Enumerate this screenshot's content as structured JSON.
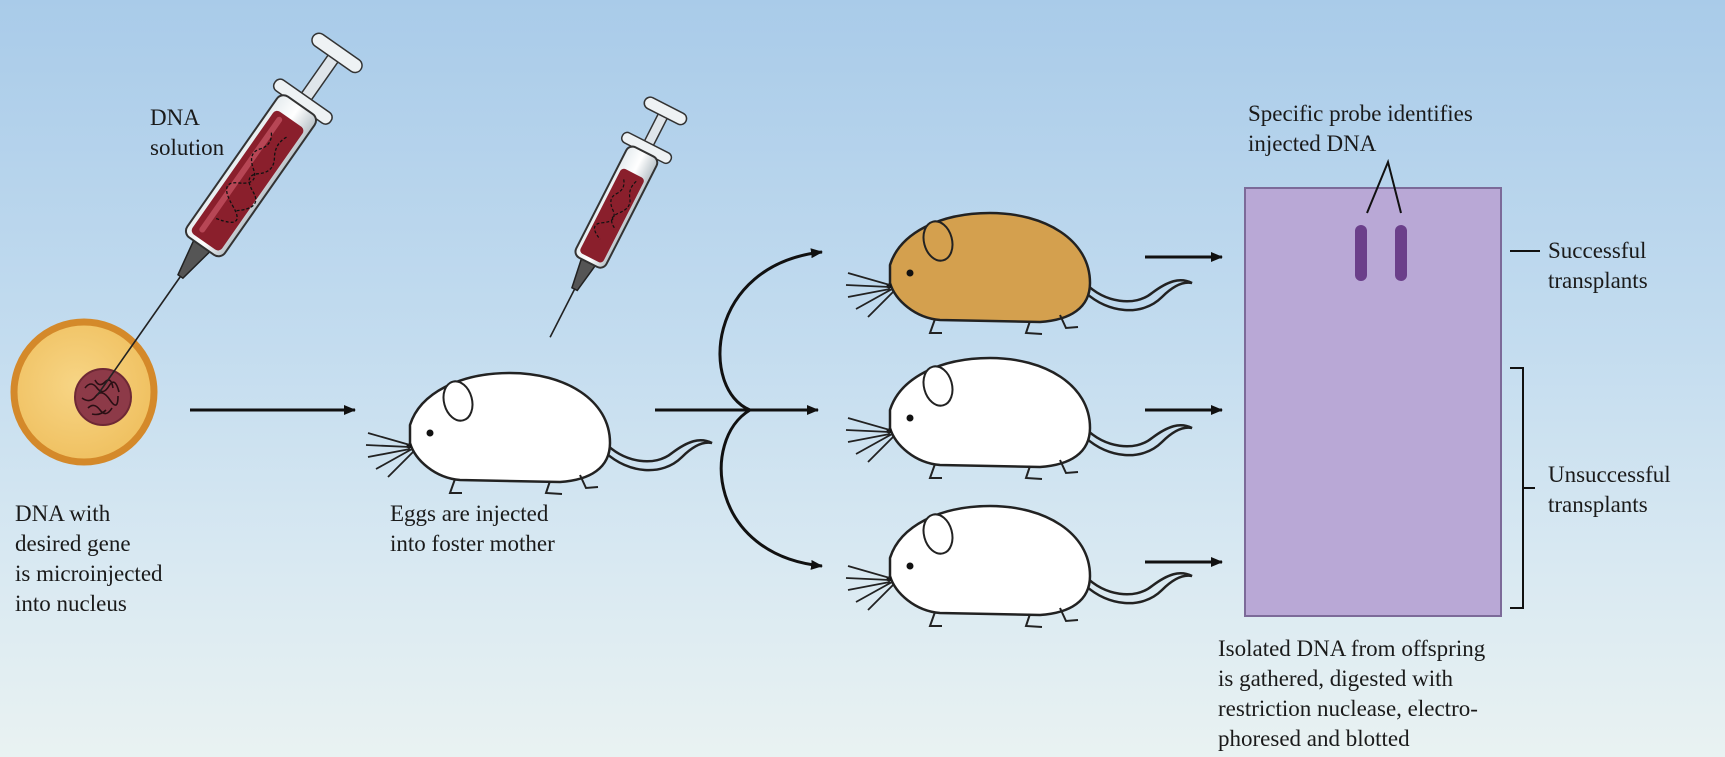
{
  "labels": {
    "dna_solution": [
      "DNA",
      "solution"
    ],
    "dna_with_gene": [
      "DNA with",
      "desired gene",
      "is microinjected",
      "into nucleus"
    ],
    "eggs_injected": [
      "Eggs are injected",
      "into foster mother"
    ],
    "probe": [
      "Specific probe identifies",
      "injected DNA"
    ],
    "successful": [
      "Successful",
      "transplants"
    ],
    "unsuccessful": [
      "Unsuccessful",
      "transplants"
    ],
    "isolated": [
      "Isolated DNA from offspring",
      "is gathered, digested with",
      "restriction nuclease, electro-",
      "phoresed and blotted"
    ]
  },
  "colors": {
    "cell_outer": "#d98f2c",
    "cell_fill": "#f2c46a",
    "nucleus": "#8d3a48",
    "solution": "#8a1f2c",
    "blot": "#b9a8d6",
    "band": "#6b3f8a",
    "mouse_white": "#ffffff",
    "mouse_brown": "#d4a04e"
  }
}
